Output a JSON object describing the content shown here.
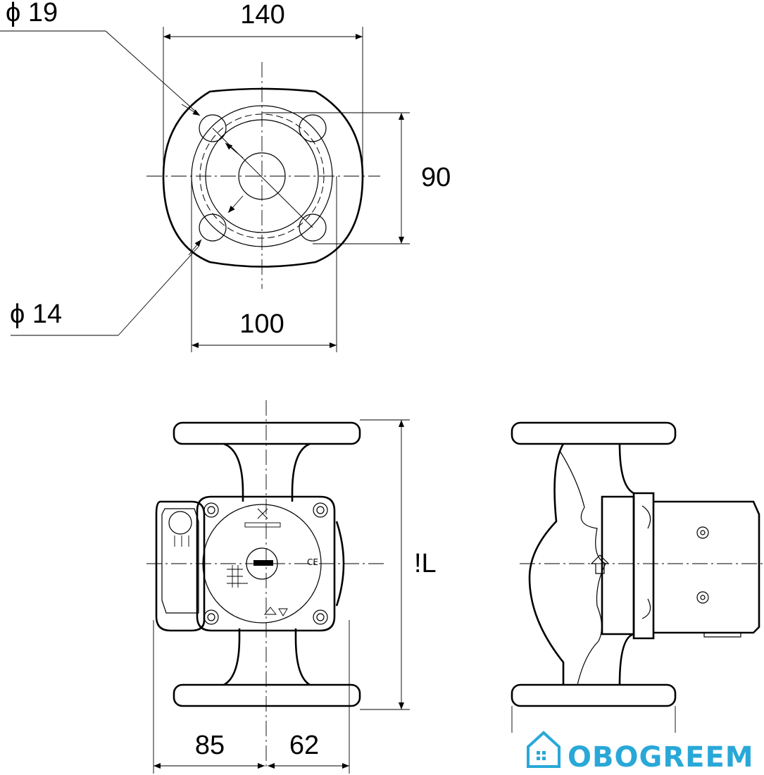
{
  "dimensions": {
    "dia_19": "ϕ 19",
    "dia_14": "ϕ 14",
    "width_140": "140",
    "height_90": "90",
    "width_100": "100",
    "length_label": "!L",
    "width_85": "85",
    "width_62": "62"
  },
  "watermark": {
    "brand_text": "OBOGREEM",
    "color": "#29a8d8"
  }
}
